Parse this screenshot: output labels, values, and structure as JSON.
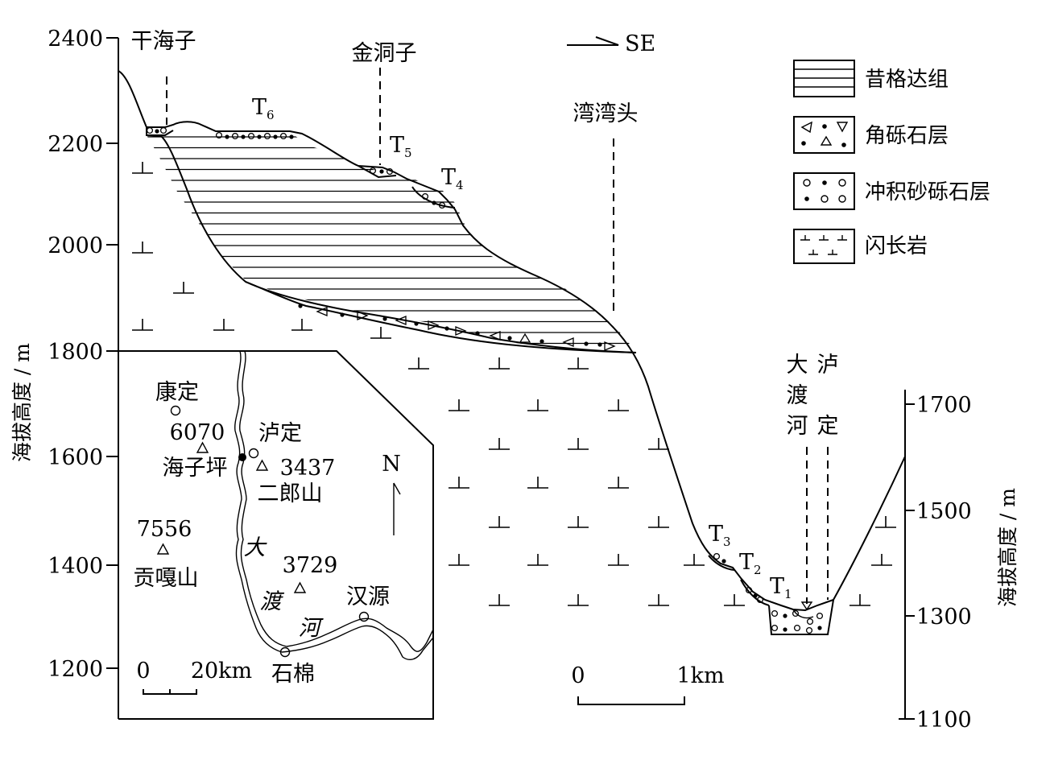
{
  "colors": {
    "ink": "#000000",
    "paper": "#ffffff"
  },
  "left_axis": {
    "title": "海拔高度 / m",
    "ticks": [
      "2400",
      "2200",
      "2000",
      "1800",
      "1600",
      "1400",
      "1200"
    ]
  },
  "right_axis": {
    "title": "海拔高度 / m",
    "ticks": [
      "1700",
      "1500",
      "1300",
      "1100"
    ]
  },
  "direction": "SE",
  "places": {
    "ganhaizi": "干海子",
    "jindongzi": "金洞子",
    "wanwantou": "湾湾头",
    "dadu_he": [
      "大",
      "渡",
      "河"
    ],
    "luding": [
      "泸",
      "定"
    ]
  },
  "terraces": [
    {
      "name": "T",
      "sub": "6"
    },
    {
      "name": "T",
      "sub": "5"
    },
    {
      "name": "T",
      "sub": "4"
    },
    {
      "name": "T",
      "sub": "3"
    },
    {
      "name": "T",
      "sub": "2"
    },
    {
      "name": "T",
      "sub": "1"
    }
  ],
  "legend": [
    {
      "pattern": "horizontal-lines",
      "label": "昔格达组"
    },
    {
      "pattern": "triangles-dots",
      "label": "角砾石层"
    },
    {
      "pattern": "circles-dots",
      "label": "冲积砂砾石层"
    },
    {
      "pattern": "diorite-symbols",
      "label": "闪长岩"
    }
  ],
  "section_scale": {
    "start": "0",
    "end": "1km"
  },
  "inset_map": {
    "kangding": "康定",
    "peak1_elev": "6070",
    "haiziping": "海子坪",
    "luding": "泸定",
    "erlangshan_elev": "3437",
    "erlangshan": "二郎山",
    "north": "N",
    "gonggashan_elev": "7556",
    "gonggashan": "贡嘎山",
    "river_chars": [
      "大",
      "渡",
      "河"
    ],
    "peak3_elev": "3729",
    "hanyuan": "汉源",
    "shimian": "石棉",
    "scale": {
      "start": "0",
      "end": "20km"
    }
  }
}
